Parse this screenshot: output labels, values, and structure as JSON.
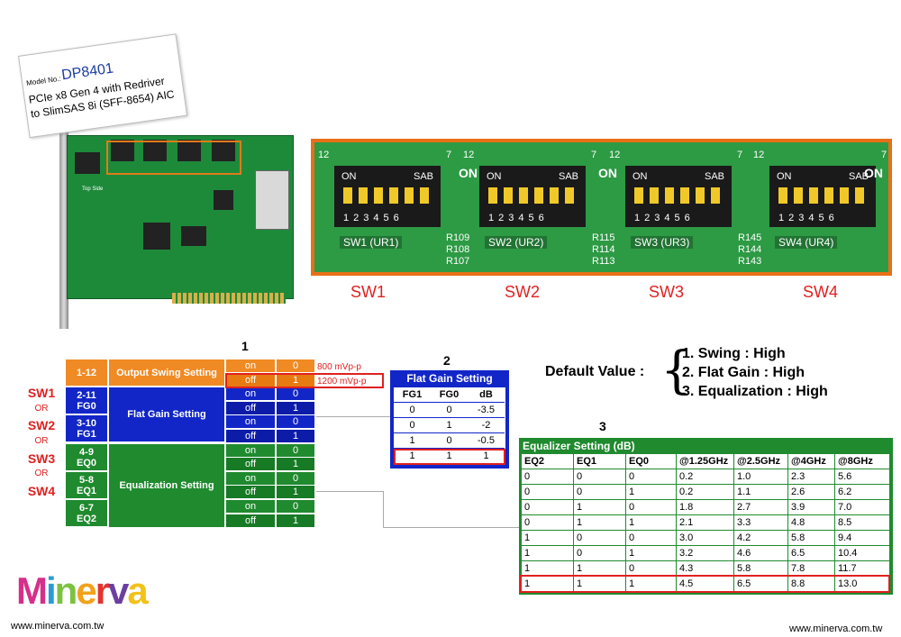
{
  "model": {
    "label": "Model No.:",
    "number": "DP8401",
    "desc_line1": "PCIe x8 Gen 4 with Redriver",
    "desc_line2": "to SlimSAS 8i (SFF-8654) AIC"
  },
  "board": {
    "top_side": "Top Side"
  },
  "zoom_photo": {
    "switches": [
      {
        "on": "ON",
        "sab": "SAB",
        "nums": "123456",
        "caption": "SW1 (UR1)",
        "pins": "12",
        "pin7": "7"
      },
      {
        "on": "ON",
        "sab": "SAB",
        "nums": "123456",
        "caption": "SW2 (UR2)",
        "pins": "12",
        "pin7": "7"
      },
      {
        "on": "ON",
        "sab": "SAB",
        "nums": "123456",
        "caption": "SW3 (UR3)",
        "pins": "12",
        "pin7": "7"
      },
      {
        "on": "ON",
        "sab": "SAB",
        "nums": "123456",
        "caption": "SW4 (UR4)",
        "pins": "12",
        "pin7": "7"
      }
    ],
    "resistors": [
      [
        "R109",
        "R108",
        "R107"
      ],
      [
        "R115",
        "R114",
        "R113"
      ],
      [
        "R145",
        "R144",
        "R143"
      ]
    ],
    "edge_on": "ON"
  },
  "sw_labels": [
    "SW1",
    "SW2",
    "SW3",
    "SW4"
  ],
  "section_numbers": [
    "1",
    "2",
    "3"
  ],
  "table1": {
    "left_labels": [
      "SW1",
      "OR",
      "SW2",
      "OR",
      "SW3",
      "OR",
      "SW4"
    ],
    "groups": [
      {
        "pins": "1-12",
        "name": "Output Swing Setting",
        "color": "orange",
        "rows": [
          {
            "state": "on",
            "val": "0",
            "note": "800 mVp-p"
          },
          {
            "state": "off",
            "val": "1",
            "note": "1200 mVp-p"
          }
        ]
      },
      {
        "pins": "2-11",
        "sub": "FG0",
        "name": "Flat Gain Setting",
        "color": "blue",
        "rows": [
          {
            "state": "on",
            "val": "0"
          },
          {
            "state": "off",
            "val": "1"
          }
        ]
      },
      {
        "pins": "3-10",
        "sub": "FG1",
        "name": "",
        "color": "blue",
        "rows": [
          {
            "state": "on",
            "val": "0"
          },
          {
            "state": "off",
            "val": "1"
          }
        ]
      },
      {
        "pins": "4-9",
        "sub": "EQ0",
        "name": "Equalization Setting",
        "color": "green",
        "rows": [
          {
            "state": "on",
            "val": "0"
          },
          {
            "state": "off",
            "val": "1"
          }
        ]
      },
      {
        "pins": "5-8",
        "sub": "EQ1",
        "name": "",
        "color": "green",
        "rows": [
          {
            "state": "on",
            "val": "0"
          },
          {
            "state": "off",
            "val": "1"
          }
        ]
      },
      {
        "pins": "6-7",
        "sub": "EQ2",
        "name": "",
        "color": "green",
        "rows": [
          {
            "state": "on",
            "val": "0"
          },
          {
            "state": "off",
            "val": "1"
          }
        ]
      }
    ]
  },
  "table2": {
    "title": "Flat Gain Setting",
    "headers": [
      "FG1",
      "FG0",
      "dB"
    ],
    "rows": [
      [
        "0",
        "0",
        "-3.5"
      ],
      [
        "0",
        "1",
        "-2"
      ],
      [
        "1",
        "0",
        "-0.5"
      ],
      [
        "1",
        "1",
        "1"
      ]
    ]
  },
  "defaults": {
    "label": "Default Value :",
    "items": [
      "1. Swing : High",
      "2. Flat Gain : High",
      "3. Equalization : High"
    ]
  },
  "table3": {
    "title": "Equalizer Setting (dB)",
    "headers": [
      "EQ2",
      "EQ1",
      "EQ0",
      "@1.25GHz",
      "@2.5GHz",
      "@4GHz",
      "@8GHz"
    ],
    "rows": [
      [
        "0",
        "0",
        "0",
        "0.2",
        "1.0",
        "2.3",
        "5.6"
      ],
      [
        "0",
        "0",
        "1",
        "0.2",
        "1.1",
        "2.6",
        "6.2"
      ],
      [
        "0",
        "1",
        "0",
        "1.8",
        "2.7",
        "3.9",
        "7.0"
      ],
      [
        "0",
        "1",
        "1",
        "2.1",
        "3.3",
        "4.8",
        "8.5"
      ],
      [
        "1",
        "0",
        "0",
        "3.0",
        "4.2",
        "5.8",
        "9.4"
      ],
      [
        "1",
        "0",
        "1",
        "3.2",
        "4.6",
        "6.5",
        "10.4"
      ],
      [
        "1",
        "1",
        "0",
        "4.3",
        "5.8",
        "7.8",
        "11.7"
      ],
      [
        "1",
        "1",
        "1",
        "4.5",
        "6.5",
        "8.8",
        "13.0"
      ]
    ]
  },
  "logo": "Minerva",
  "url_left": "www.minerva.com.tw",
  "url_right": "www.minerva.com.tw",
  "colors": {
    "orange": "#f08a24",
    "blue": "#1226c8",
    "green": "#1f8a2e",
    "red": "#e02020",
    "photo_border": "#e86f17"
  }
}
